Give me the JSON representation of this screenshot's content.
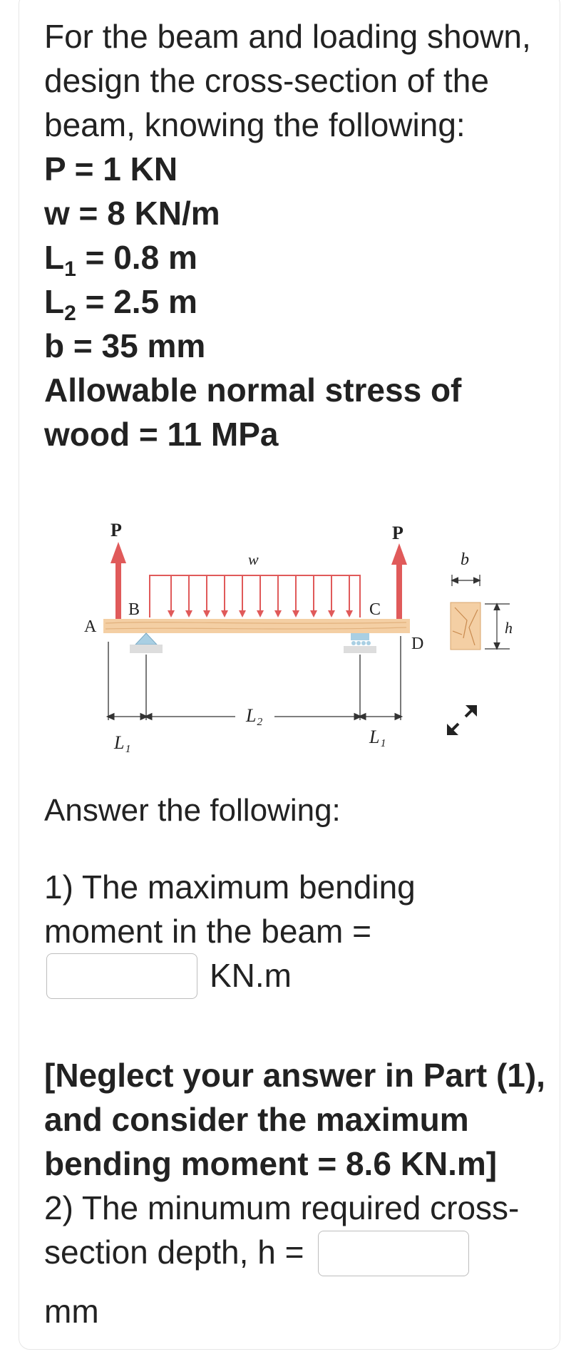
{
  "question": {
    "intro_line1": "For the beam and loading shown,",
    "intro_line2": "design the cross-section of the",
    "intro_line3": "beam, knowing the following:",
    "p_line": "P = 1 KN",
    "w_line": "w = 8 KN/m",
    "l1_pre": "L",
    "l1_sub": "1",
    "l1_post": " = 0.8 m",
    "l2_pre": "L",
    "l2_sub": "2",
    "l2_post": " = 2.5 m",
    "b_line": "b = 35 mm",
    "stress_line1": "Allowable normal stress of",
    "stress_line2": "wood = 11 MPa"
  },
  "figure": {
    "label_p_left": "P",
    "label_p_right": "P",
    "label_w": "w",
    "label_a": "A",
    "label_b_point": "B",
    "label_c": "C",
    "label_d": "D",
    "label_l1_left": "L₁",
    "label_l2": "L₂",
    "label_l1_right": "L₁",
    "label_b_width": "b",
    "label_h": "h",
    "colors": {
      "load": "#e05a5a",
      "wood": "#f4cfa4",
      "support": "#a9cfe3"
    }
  },
  "answer_header": "Answer the following:",
  "part1": {
    "line1": "1) The maximum bending",
    "line2": "moment in the beam =",
    "unit": "KN.m",
    "input_value": ""
  },
  "note": {
    "line1": "[Neglect your answer in Part (1),",
    "line2": "and consider the maximum",
    "line3": "bending moment = 8.6 KN.m]"
  },
  "part2": {
    "line1": "2) The minumum required cross-",
    "line2": "section depth, h =",
    "unit": "mm",
    "input_value": ""
  }
}
